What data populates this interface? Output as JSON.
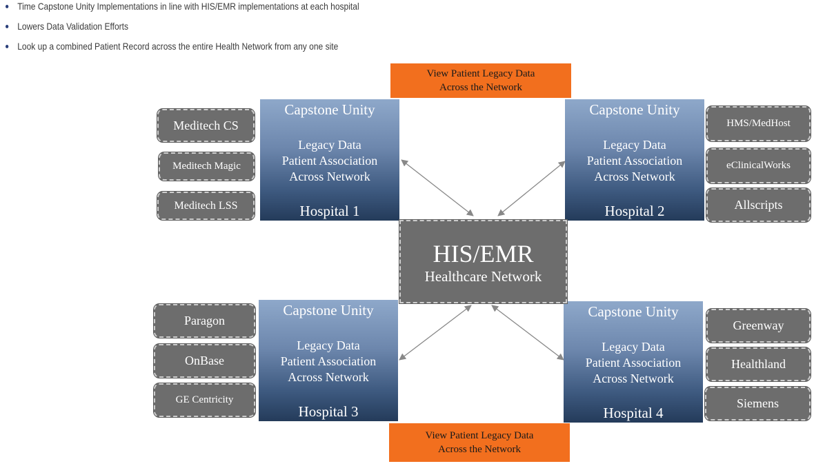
{
  "bullets": [
    "Time Capstone Unity Implementations in line with HIS/EMR implementations at each hospital",
    "Lowers Data Validation Efforts",
    "Look up a combined Patient Record across the entire Health Network from any one site"
  ],
  "banner_top": {
    "line1": "View Patient Legacy Data",
    "line2": "Across the Network"
  },
  "banner_bottom": {
    "line1": "View Patient Legacy Data",
    "line2": "Across the Network"
  },
  "hub": {
    "title": "HIS/EMR",
    "subtitle": "Healthcare Network"
  },
  "hospitals": [
    {
      "product": "Capstone Unity",
      "line1": "Legacy Data",
      "line2": "Patient Association",
      "line3": "Across Network",
      "name": "Hospital 1"
    },
    {
      "product": "Capstone Unity",
      "line1": "Legacy Data",
      "line2": "Patient Association",
      "line3": "Across Network",
      "name": "Hospital 2"
    },
    {
      "product": "Capstone Unity",
      "line1": "Legacy Data",
      "line2": "Patient Association",
      "line3": "Across Network",
      "name": "Hospital 3"
    },
    {
      "product": "Capstone Unity",
      "line1": "Legacy Data",
      "line2": "Patient Association",
      "line3": "Across Network",
      "name": "Hospital 4"
    }
  ],
  "systems": {
    "hospital1": [
      "Meditech CS",
      "Meditech Magic",
      "Meditech LSS"
    ],
    "hospital2": [
      "HMS/MedHost",
      "eClinicalWorks",
      "Allscripts"
    ],
    "hospital3": [
      "Paragon",
      "OnBase",
      "GE Centricity"
    ],
    "hospital4": [
      "Greenway",
      "Healthland",
      "Siemens"
    ]
  },
  "colors": {
    "banner": "#f26f1e",
    "system_box": "#6d6d6d",
    "hospital_gradient_top": "#8ea8ca",
    "hospital_gradient_bottom": "#243b5a",
    "arrow": "#888888"
  }
}
